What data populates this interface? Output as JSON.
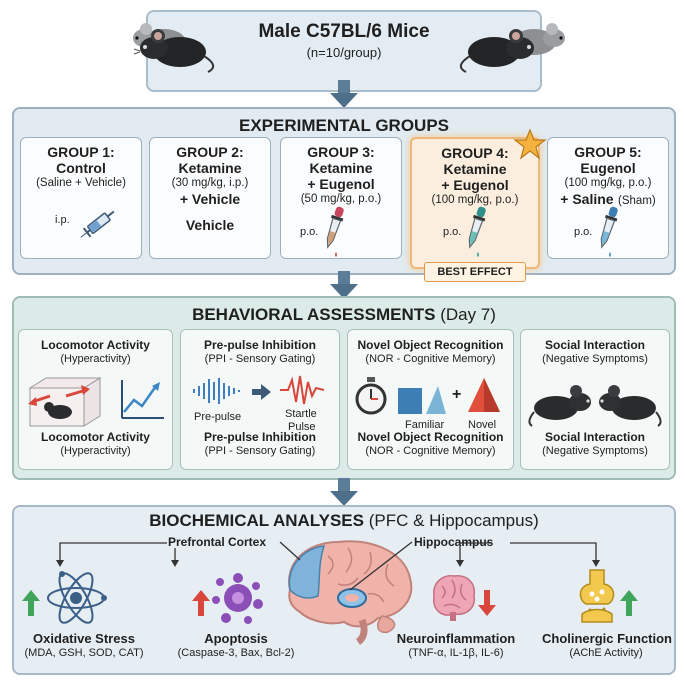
{
  "header": {
    "title": "Male C57BL/6 Mice",
    "subtitle": "(n=10/group)"
  },
  "groups": {
    "title": "EXPERIMENTAL GROUPS",
    "items": [
      {
        "heading": "GROUP 1:",
        "name": "Control",
        "detail": "(Saline + Vehicle)",
        "route": "i.p."
      },
      {
        "heading": "GROUP 2:",
        "name": "Ketamine",
        "detail": "(30 mg/kg, i.p.)",
        "extra1": "+ Vehicle",
        "extra2": "Vehicle"
      },
      {
        "heading": "GROUP 3:",
        "name": "Ketamine",
        "name2": "+ Eugenol",
        "detail": "(50 mg/kg, p.o.)",
        "route": "p.o."
      },
      {
        "heading": "GROUP 4:",
        "name": "Ketamine",
        "name2": "+ Eugenol",
        "detail": "(100 mg/kg, p.o.)",
        "route": "p.o."
      },
      {
        "heading": "GROUP 5:",
        "name": "Eugenol",
        "detail": "(100 mg/kg, p.o.)",
        "name2": "+ Saline",
        "detail2": "(Sham)",
        "route": "p.o."
      }
    ],
    "best_label": "BEST EFFECT"
  },
  "behavior": {
    "title": "BEHAVIORAL ASSESSMENTS",
    "title_suffix": "(Day 7)",
    "items": [
      {
        "heading": "Locomotor Activity",
        "sub": "(Hyperactivity)",
        "heading2": "Locomotor Activity",
        "sub2": "(Hyperactivity)"
      },
      {
        "heading": "Pre-pulse Inhibition",
        "sub": "(PPI - Sensory Gating)",
        "label_a": "Pre-pulse",
        "label_b": "Startle",
        "label_c": "Pulse",
        "heading2": "Pre-pulse Inhibition",
        "sub2": "(PPI - Sensory Gating)"
      },
      {
        "heading": "Novel Object Recognition",
        "sub": "(NOR - Cognitive Memory)",
        "label_a": "Familiar",
        "label_b": "Novel",
        "heading2": "Novel Object Recognition",
        "sub2": "(NOR - Cognitive Memory)"
      },
      {
        "heading": "Social Interaction",
        "sub": "(Negative Symptoms)",
        "heading2": "Social Interaction",
        "sub2": "(Negative Symptoms)"
      }
    ]
  },
  "biochem": {
    "title": "BIOCHEMICAL ANALYSES",
    "title_suffix": "(PFC & Hippocampus)",
    "regions": {
      "pfc": "Prefrontal Cortex",
      "hippo": "Hippocampus"
    },
    "items": [
      {
        "heading": "Oxidative Stress",
        "sub": "(MDA, GSH, SOD, CAT)"
      },
      {
        "heading": "Apoptosis",
        "sub": "(Caspase-3, Bax, Bcl-2)"
      },
      {
        "heading": "Neuroinflammation",
        "sub": "(TNF-α, IL-1β, IL-6)"
      },
      {
        "heading": "Cholinergic Function",
        "sub": "(AChE Activity)"
      }
    ]
  },
  "colors": {
    "arrow": "#5c7d97",
    "up": "#3fa55b",
    "down": "#d9463b",
    "accent": "#f0a94a"
  }
}
